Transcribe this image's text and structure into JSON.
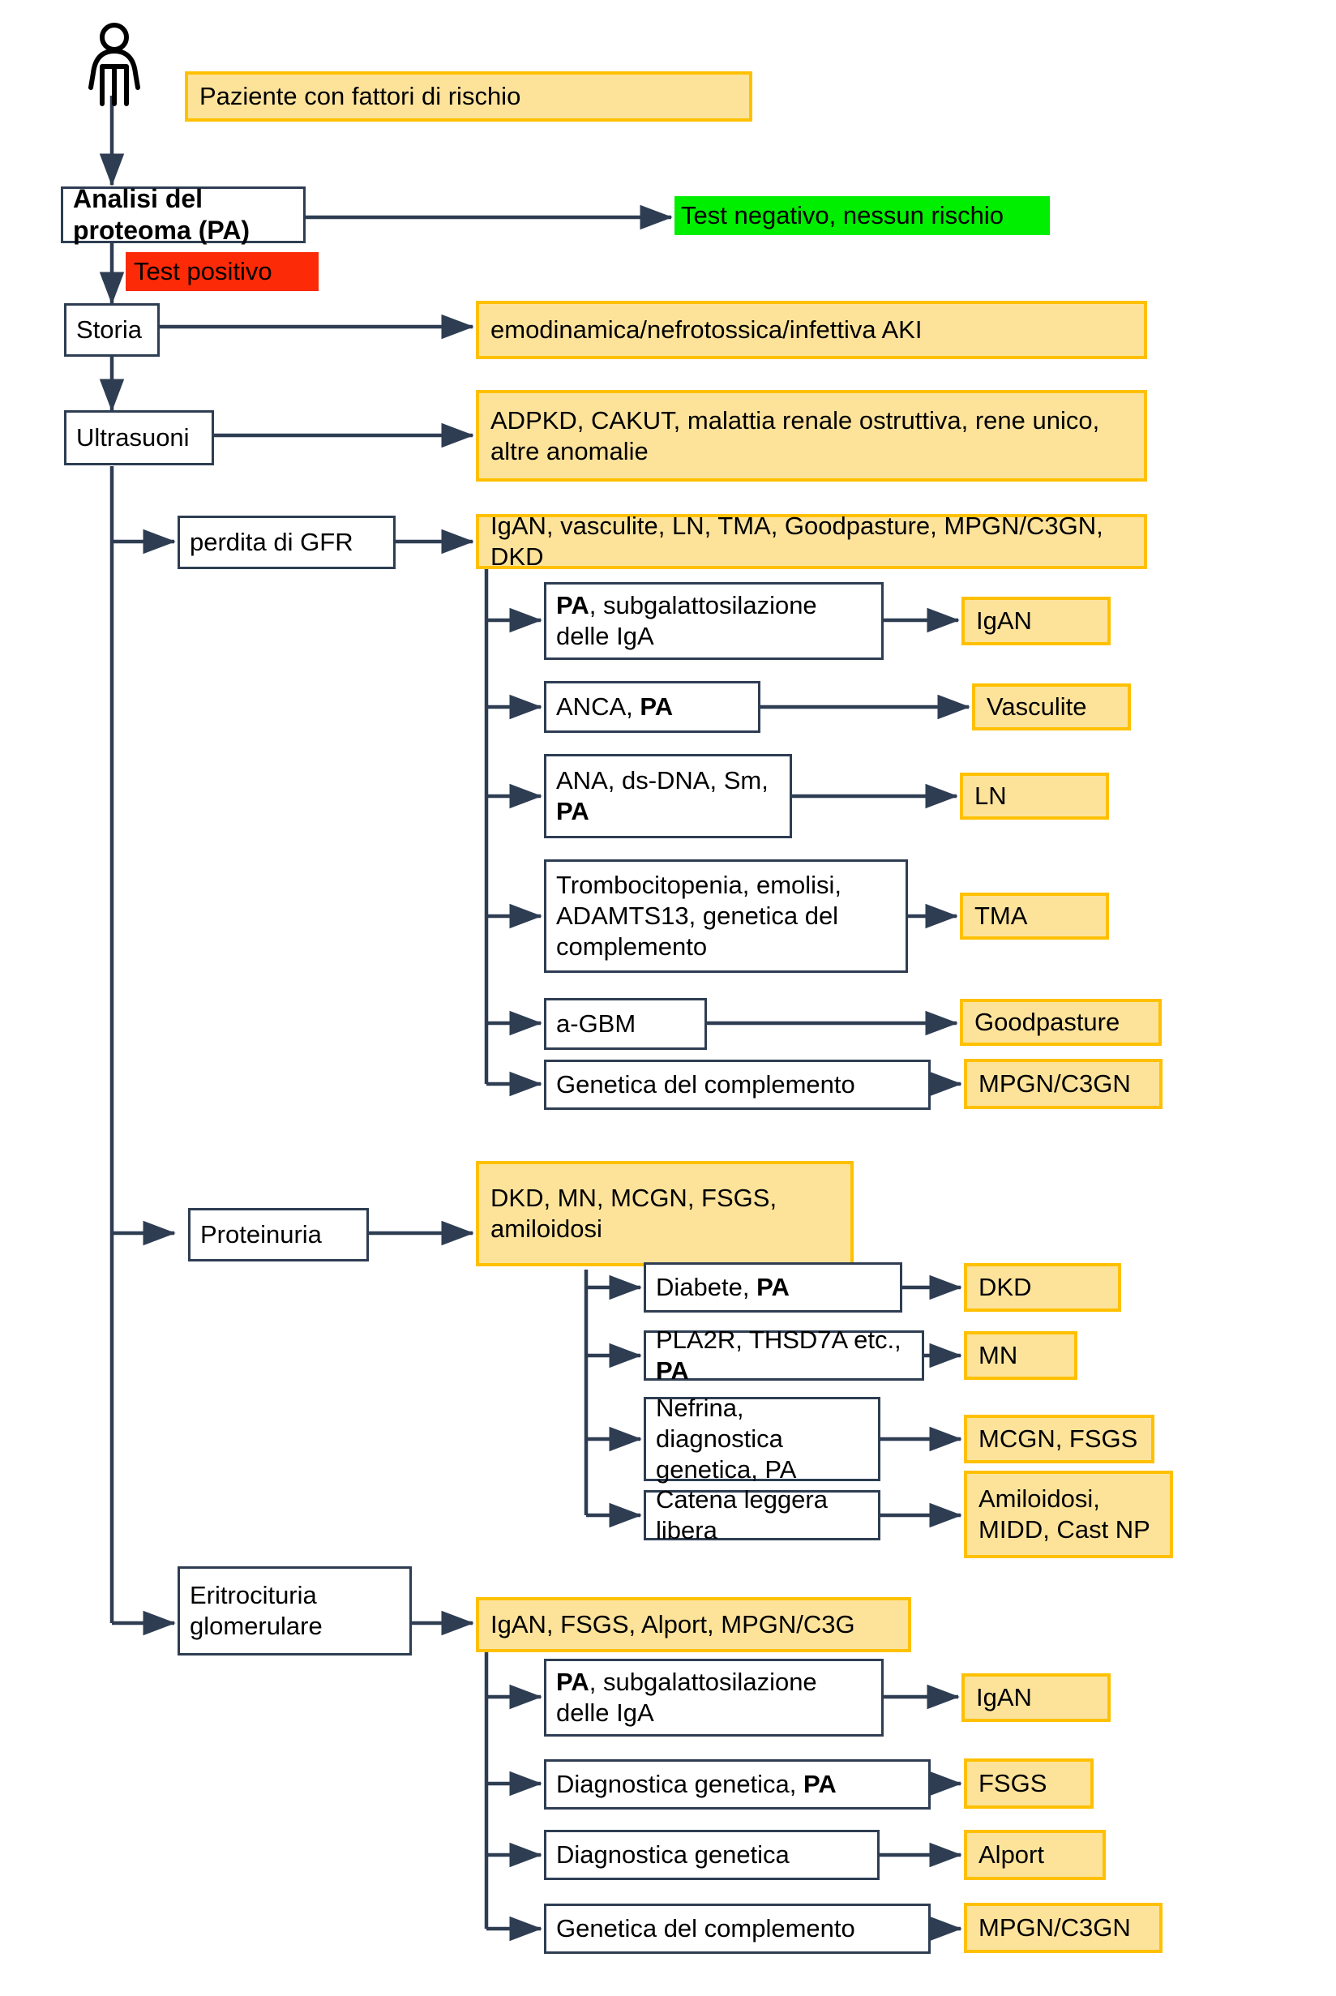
{
  "diagram": {
    "title": "Algoritmo diagnostico per malattia renale cronica",
    "language": "it",
    "colors": {
      "box_border": "#2e3d52",
      "yellow_fill": "#fde39a",
      "yellow_border": "#ffc000",
      "positive_flag": "#fc2a06",
      "negative_flag": "#00ee00",
      "connector": "#2e3d52"
    },
    "patient_icon": "person-icon"
  },
  "top": {
    "patient_note": "Paziente con fattori di rischio",
    "proteome_box": "Analisi del proteoma (PA)",
    "negative_flag": "Test negativo, nessun rischio",
    "positive_flag": "Test positivo"
  },
  "spine": [
    {
      "label": "Storia",
      "detail": "emodinamica/nefrotossica/infettiva AKI"
    },
    {
      "label": "Ultrasuoni",
      "detail": "ADPKD, CAKUT, malattia renale ostruttiva, rene unico, altre anomalie"
    }
  ],
  "branches": [
    {
      "name": "perdita di GFR",
      "summary": "IgAN, vasculite, LN, TMA, Goodpasture, MPGN/C3GN, DKD",
      "rows": [
        {
          "test_pre": "PA",
          "test_post": ", subgalattosilazione delle IgA",
          "bold_lead": true,
          "result": "IgAN"
        },
        {
          "test_pre": "ANCA, ",
          "test_post": "PA",
          "bold_tail": true,
          "result": "Vasculite"
        },
        {
          "test_pre": "ANA, ds-DNA, Sm, ",
          "test_post": "PA",
          "bold_tail": true,
          "result": "LN"
        },
        {
          "test_pre": "Trombocitopenia, emolisi, ADAMTS13, genetica del complemento",
          "test_post": "",
          "result": "TMA"
        },
        {
          "test_pre": "a-GBM",
          "test_post": "",
          "result": "Goodpasture"
        },
        {
          "test_pre": "Genetica del complemento",
          "test_post": "",
          "result": "MPGN/C3GN"
        }
      ]
    },
    {
      "name": "Proteinuria",
      "summary": "DKD, MN, MCGN, FSGS, amiloidosi",
      "rows": [
        {
          "test_pre": "Diabete, ",
          "test_post": "PA",
          "bold_tail": true,
          "result": "DKD"
        },
        {
          "test_pre": "PLA2R, THSD7A etc., ",
          "test_post": "PA",
          "bold_tail": true,
          "result": "MN"
        },
        {
          "test_pre": "Nefrina, diagnostica genetica, PA",
          "test_post": "",
          "result": "MCGN, FSGS"
        },
        {
          "test_pre": "Catena leggera libera",
          "test_post": "",
          "result": "Amiloidosi, MIDD, Cast NP"
        }
      ]
    },
    {
      "name": "Eritrocituria glomerulare",
      "summary": "IgAN, FSGS, Alport, MPGN/C3G",
      "rows": [
        {
          "test_pre": "PA",
          "test_post": ", subgalattosilazione delle IgA",
          "bold_lead": true,
          "result": "IgAN"
        },
        {
          "test_pre": "Diagnostica genetica, ",
          "test_post": "PA",
          "bold_tail": true,
          "result": "FSGS"
        },
        {
          "test_pre": "Diagnostica genetica",
          "test_post": "",
          "result": "Alport"
        },
        {
          "test_pre": "Genetica del complemento",
          "test_post": "",
          "result": "MPGN/C3GN"
        }
      ]
    }
  ]
}
